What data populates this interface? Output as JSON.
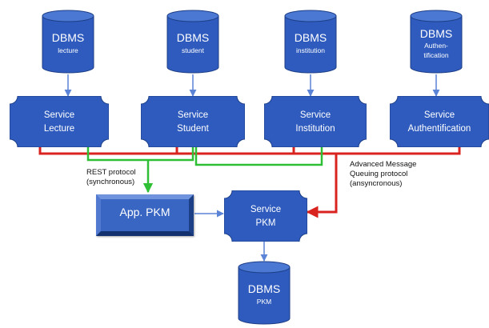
{
  "databases": [
    {
      "title": "DBMS",
      "sub": "lecture"
    },
    {
      "title": "DBMS",
      "sub": "student"
    },
    {
      "title": "DBMS",
      "sub": "institution"
    },
    {
      "title": "DBMS",
      "sub_lines": [
        "Authen-",
        "tification"
      ]
    },
    {
      "title": "DBMS",
      "sub": "PKM"
    }
  ],
  "services": [
    {
      "line1": "Service",
      "line2": "Lecture"
    },
    {
      "line1": "Service",
      "line2": "Student"
    },
    {
      "line1": "Service",
      "line2": "Institution"
    },
    {
      "line1": "Service",
      "line2": "Authentification"
    },
    {
      "line1": "Service",
      "line2": "PKM"
    }
  ],
  "app": {
    "label": "App. PKM"
  },
  "notes": {
    "rest": [
      "REST protocol",
      "(synchronous)"
    ],
    "amqp": [
      "Advanced Message",
      "Queuing protocol",
      "(ansyncronous)"
    ]
  },
  "colors": {
    "fill": "#2e5bbd",
    "fill_light": "#4b78d3",
    "edge": "#1d3e86",
    "sync_link": "#2fbf35",
    "async_link": "#d8231f",
    "flow_arrow": "#5b83d6"
  }
}
